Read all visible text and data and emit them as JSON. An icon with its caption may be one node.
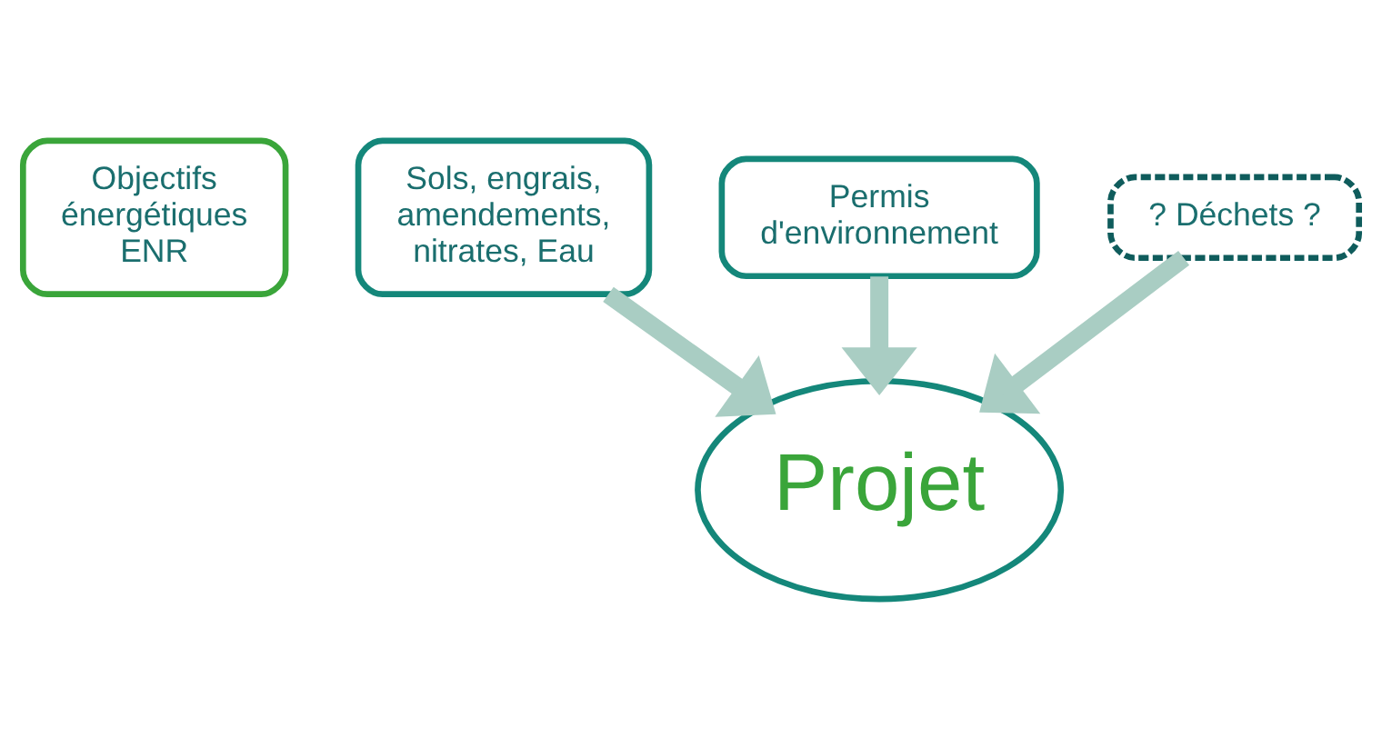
{
  "diagram": {
    "nodes": [
      {
        "text": [
          "Objectifs énergétiques ENR"
        ]
      },
      {
        "text": [
          "Sols, engrais, amendements, nitrates, Eau"
        ]
      },
      {
        "text": [
          "Permis d'environnement"
        ]
      },
      {
        "text": [
          "Projet"
        ]
      },
      {
        "text": [
          "? Déchets ?"
        ]
      }
    ],
    "edges": [
      {
        "from": 1,
        "to": 3,
        "arrow": "to"
      },
      {
        "from": 2,
        "to": 3,
        "arrow": "to"
      },
      {
        "from": 4,
        "to": 3,
        "arrow": "to"
      }
    ]
  }
}
